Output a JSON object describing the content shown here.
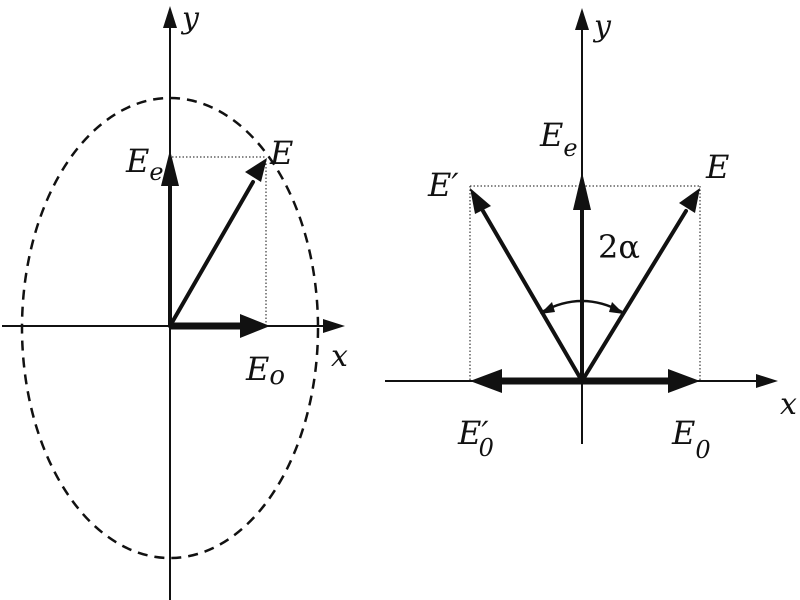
{
  "left_diagram": {
    "axis_x_label": "x",
    "axis_y_label": "y",
    "vector_e_label": "E",
    "vector_ee_main": "E",
    "vector_ee_sub": "e",
    "vector_eo_main": "E",
    "vector_eo_sub": "o"
  },
  "right_diagram": {
    "axis_x_label": "x",
    "axis_y_label": "y",
    "vector_e_label": "E",
    "vector_eprime_label": "E′",
    "vector_ee_main": "E",
    "vector_ee_sub": "e",
    "vector_eo_main": "E",
    "vector_eo_sub": "0",
    "vector_eoprime_main": "E′",
    "vector_eoprime_sub": "0",
    "angle_label": "2α"
  }
}
